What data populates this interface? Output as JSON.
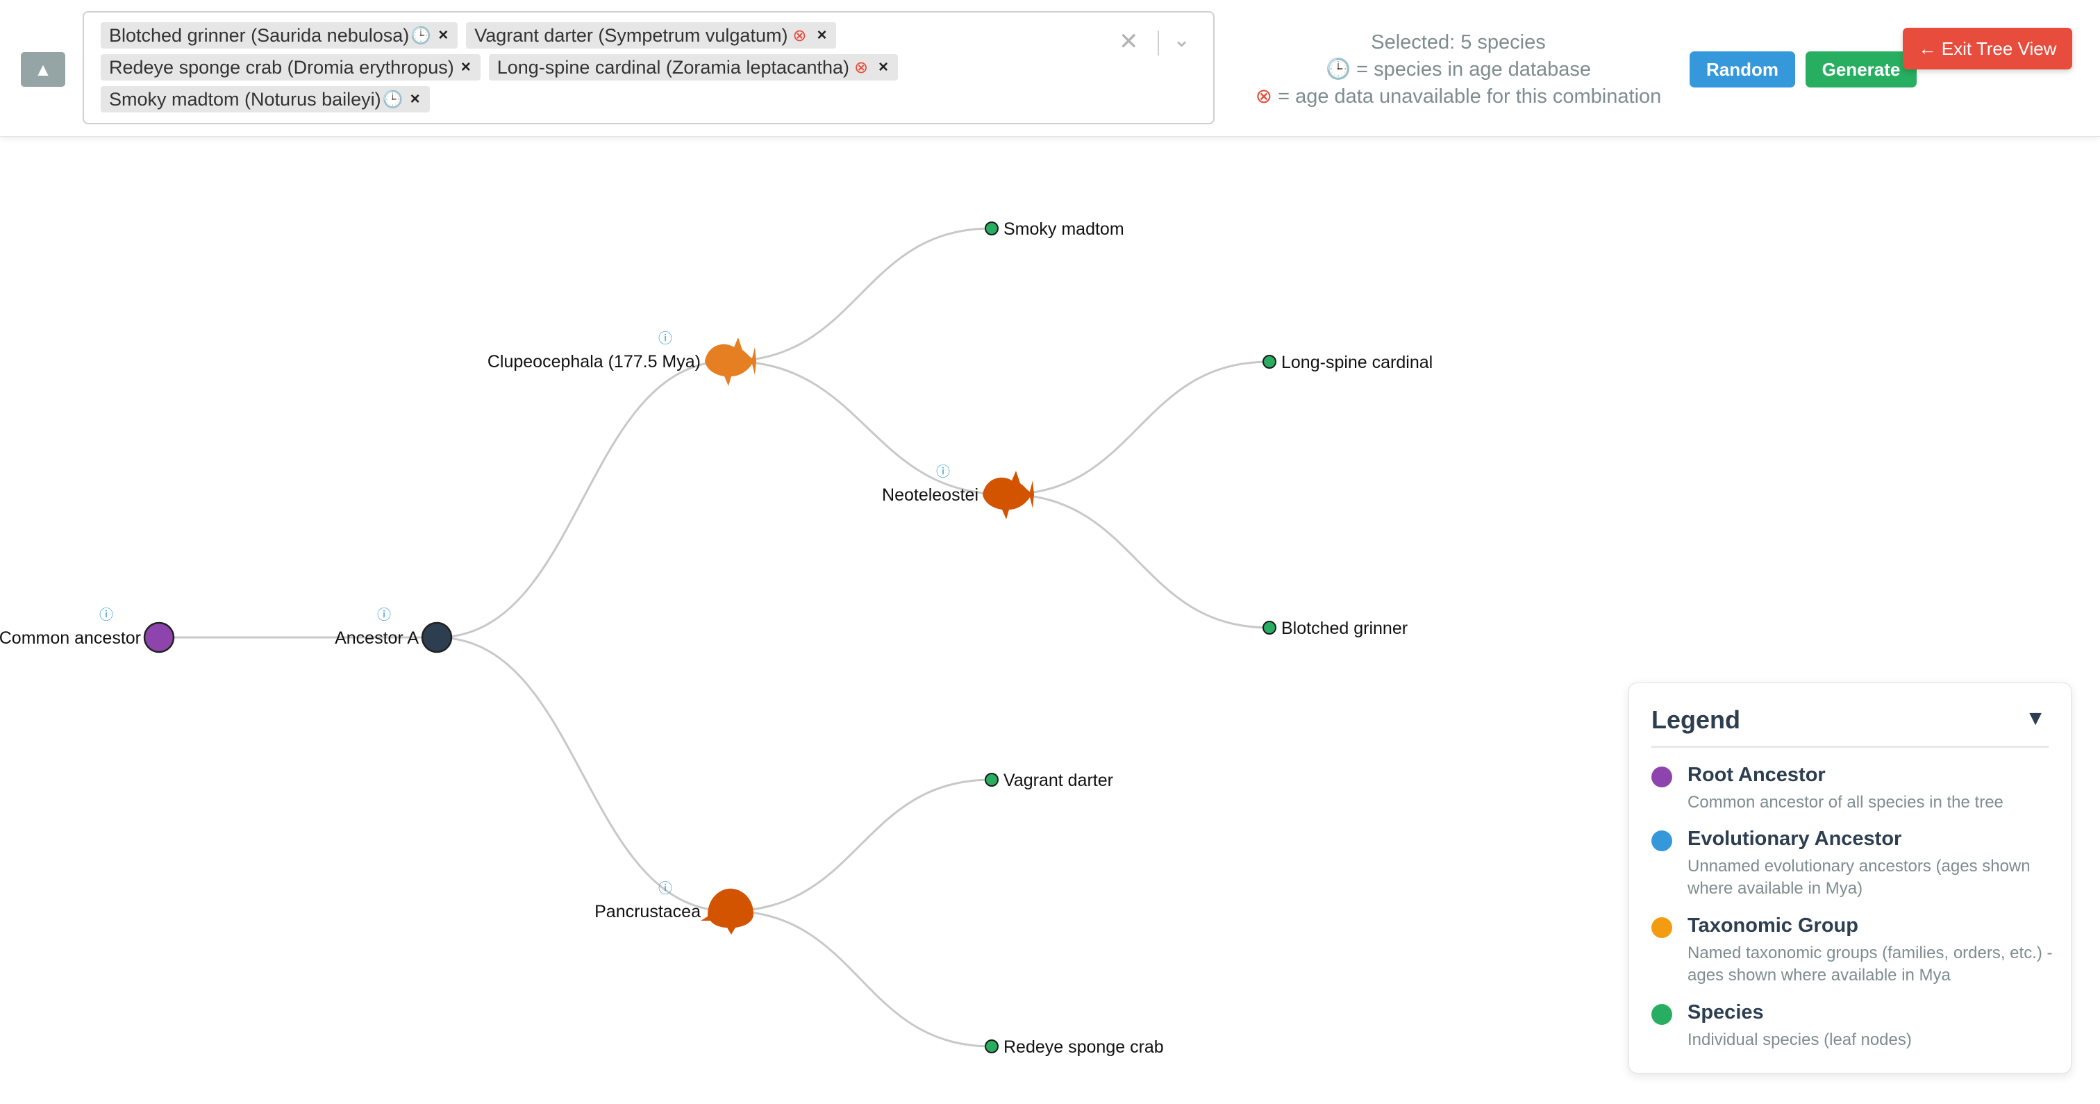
{
  "header": {
    "collapse_symbol": "▲",
    "selected_tags": [
      {
        "label": "Blotched grinner (Saurida nebulosa)",
        "status": "clock"
      },
      {
        "label": "Vagrant darter (Sympetrum vulgatum)",
        "status": "nodata"
      },
      {
        "label": "Redeye sponge crab (Dromia erythropus)",
        "status": "none"
      },
      {
        "label": "Long-spine cardinal (Zoramia leptacantha)",
        "status": "nodata"
      },
      {
        "label": "Smoky madtom (Noturus baileyi)",
        "status": "clock"
      }
    ],
    "tag_remove_symbol": "×",
    "clear_symbol": "✕",
    "dropdown_symbol": "⌄",
    "status_line_1": "Selected: 5 species",
    "status_line_2_icon": "🕒",
    "status_line_2_text": " = species in age database",
    "status_line_3_icon": "⊗",
    "status_line_3_text": " = age data unavailable for this combination",
    "random_label": "Random",
    "generate_label": "Generate",
    "exit_label": "← Exit Tree View"
  },
  "tree": {
    "nodes": [
      {
        "id": "root",
        "label": "Common ancestor",
        "type": "root",
        "info": true,
        "color": "#8e44ad"
      },
      {
        "id": "a",
        "label": "Ancestor A",
        "type": "ancestor",
        "info": true,
        "color": "#2c3e50"
      },
      {
        "id": "clupeo",
        "label": "Clupeocephala (177.5 Mya)",
        "type": "taxon",
        "info": true,
        "icon": "fish-silhouette",
        "color": "#e67e22"
      },
      {
        "id": "neo",
        "label": "Neoteleostei",
        "type": "taxon",
        "info": true,
        "icon": "fish-silhouette",
        "color": "#d35400"
      },
      {
        "id": "pan",
        "label": "Pancrustacea",
        "type": "taxon",
        "info": true,
        "icon": "crustacean-silhouette",
        "color": "#d35400"
      },
      {
        "id": "smoky",
        "label": "Smoky madtom",
        "type": "species",
        "color": "#27ae60"
      },
      {
        "id": "longspine",
        "label": "Long-spine cardinal",
        "type": "species",
        "color": "#27ae60"
      },
      {
        "id": "blotched",
        "label": "Blotched grinner",
        "type": "species",
        "color": "#27ae60"
      },
      {
        "id": "vagrant",
        "label": "Vagrant darter",
        "type": "species",
        "color": "#27ae60"
      },
      {
        "id": "redeye",
        "label": "Redeye sponge crab",
        "type": "species",
        "color": "#27ae60"
      }
    ],
    "edges": [
      [
        "root",
        "a"
      ],
      [
        "a",
        "clupeo"
      ],
      [
        "a",
        "pan"
      ],
      [
        "clupeo",
        "smoky"
      ],
      [
        "clupeo",
        "neo"
      ],
      [
        "neo",
        "longspine"
      ],
      [
        "neo",
        "blotched"
      ],
      [
        "pan",
        "vagrant"
      ],
      [
        "pan",
        "redeye"
      ]
    ],
    "info_symbol": "ⓘ",
    "link_color": "#c8c8c8"
  },
  "legend": {
    "title": "Legend",
    "toggle_symbol": "▼",
    "items": [
      {
        "name": "Root Ancestor",
        "desc": "Common ancestor of all species in the tree",
        "color": "#8e44ad"
      },
      {
        "name": "Evolutionary Ancestor",
        "desc": "Unnamed evolutionary ancestors (ages shown where available in Mya)",
        "color": "#3498db"
      },
      {
        "name": "Taxonomic Group",
        "desc": "Named taxonomic groups (families, orders, etc.) - ages shown where available in Mya",
        "color": "#f39c12"
      },
      {
        "name": "Species",
        "desc": "Individual species (leaf nodes)",
        "color": "#27ae60"
      }
    ]
  }
}
